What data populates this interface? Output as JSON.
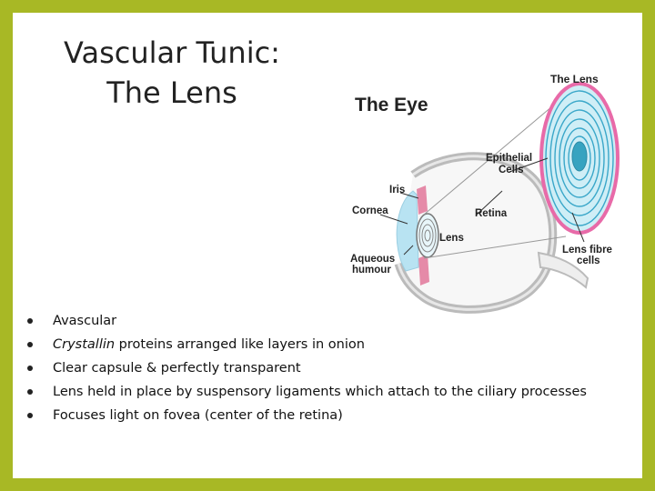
{
  "slide": {
    "title_line1": "Vascular Tunic:",
    "title_line2": "The Lens"
  },
  "diagram": {
    "heading": "The Eye",
    "labels": {
      "the_lens": "The Lens",
      "epithelial_1": "Epithelial",
      "epithelial_2": "Cells",
      "iris": "Iris",
      "cornea": "Cornea",
      "retina": "Retina",
      "lens": "Lens",
      "aqueous_1": "Aqueous",
      "aqueous_2": "humour",
      "lens_fibre_1": "Lens fibre",
      "lens_fibre_2": "cells"
    },
    "colors": {
      "lens_fill": "#cfeef6",
      "lens_rings": "#3aa7c9",
      "lens_border": "#e86aa8",
      "iris": "#e58aa8",
      "cornea_fluid": "#b8e3f2"
    }
  },
  "bullets": [
    {
      "italic": "",
      "text": "Avascular"
    },
    {
      "italic": "Crystallin",
      "text": " proteins arranged like layers in onion"
    },
    {
      "italic": "",
      "text": "Clear capsule & perfectly transparent"
    },
    {
      "italic": "",
      "text": "Lens held in place by suspensory ligaments which attach to the ciliary processes"
    },
    {
      "italic": "",
      "text": "Focuses light on fovea (center of the retina)"
    }
  ]
}
